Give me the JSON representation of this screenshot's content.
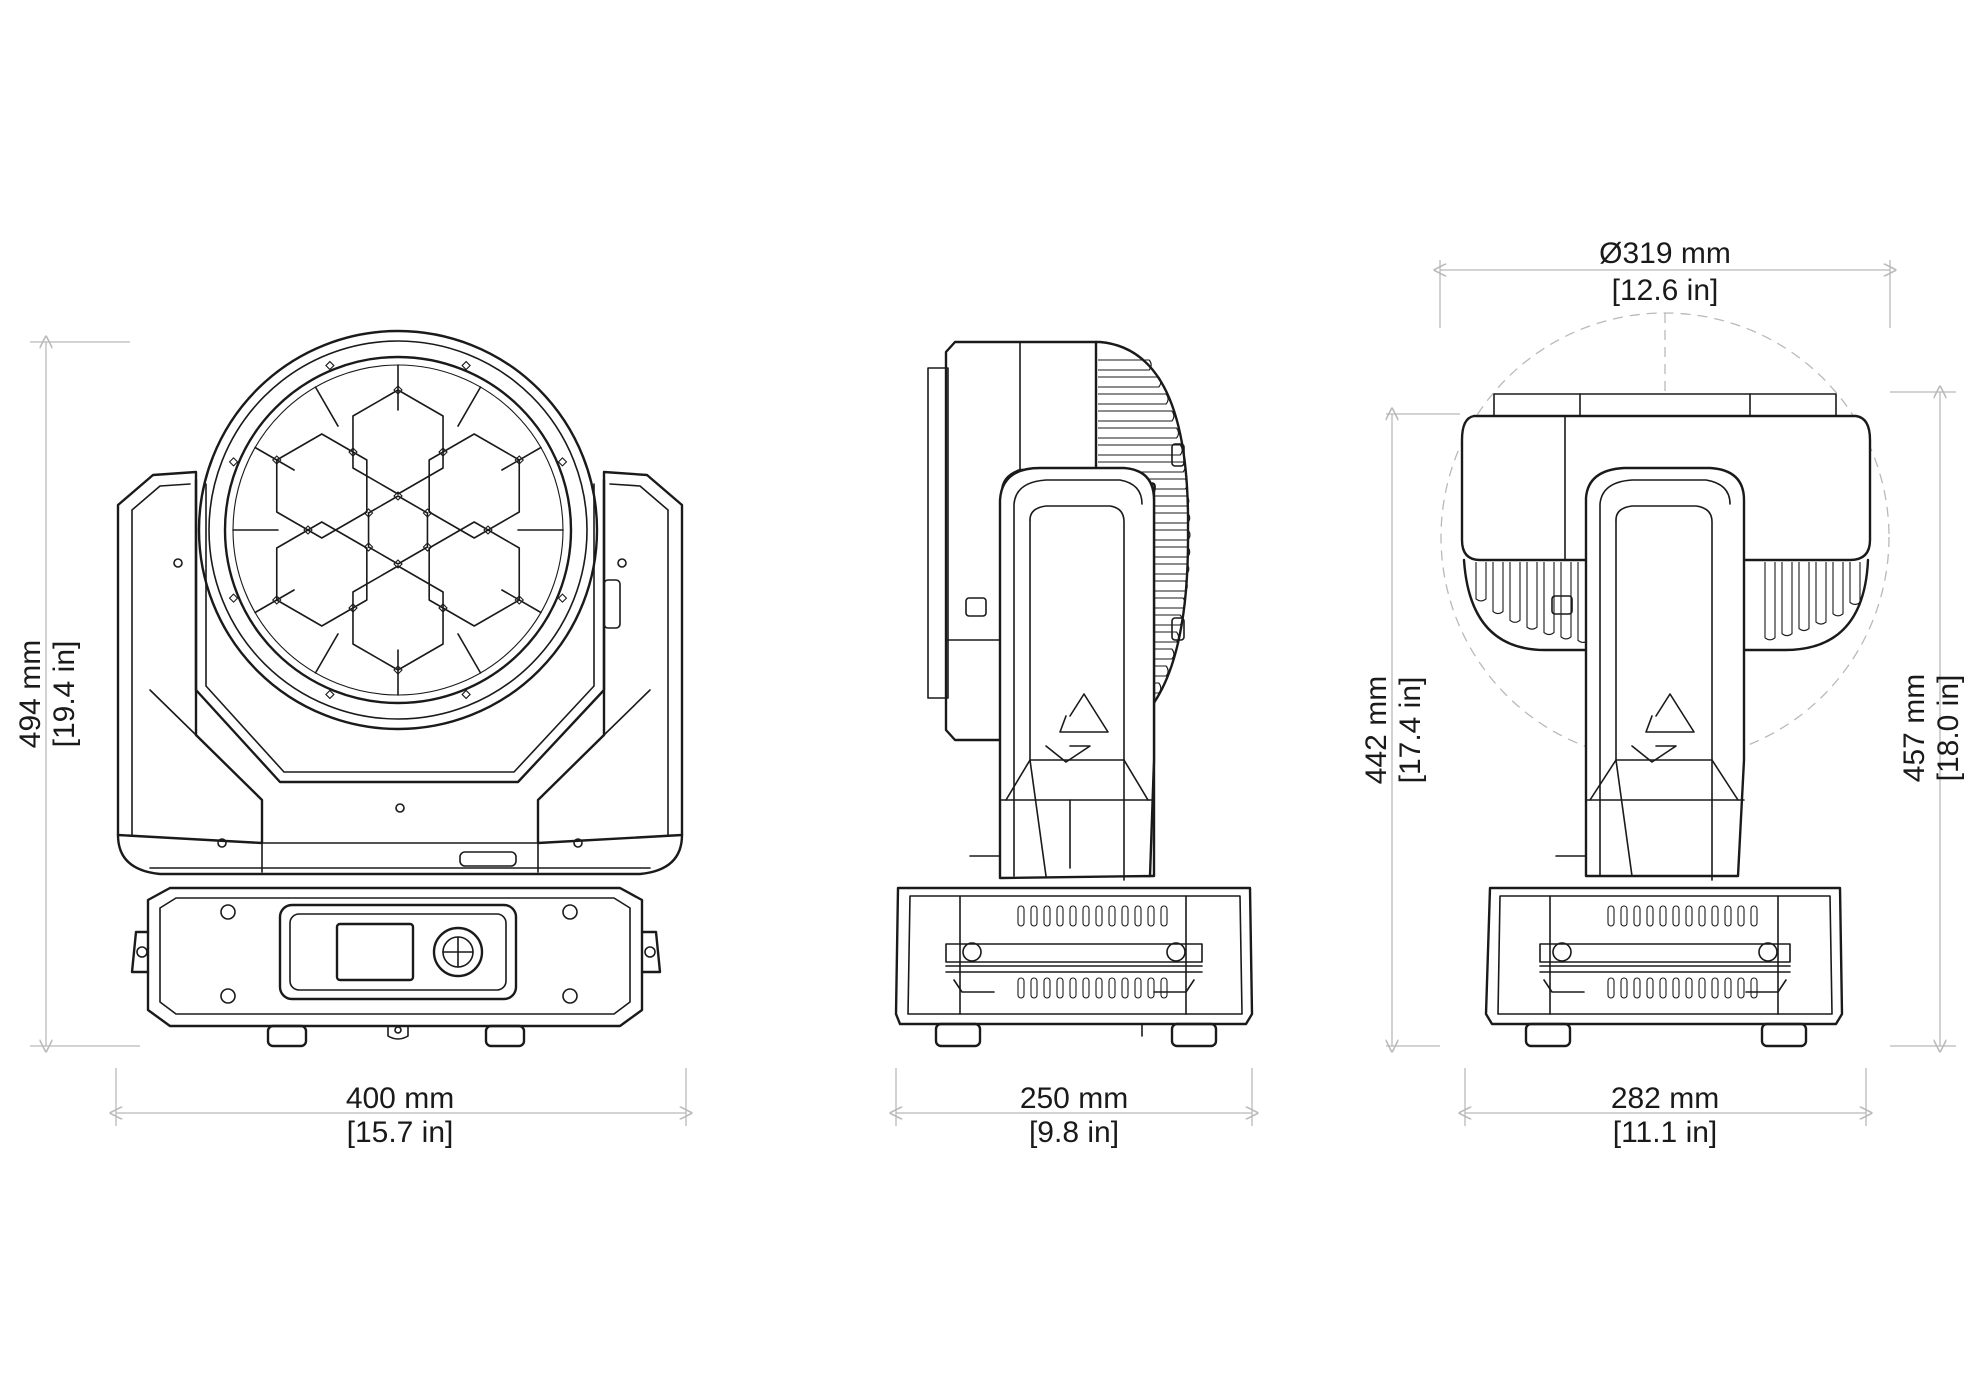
{
  "dimensions": {
    "front": {
      "width_mm": "400 mm",
      "width_in": "[15.7 in]",
      "height_mm": "494 mm",
      "height_in": "[19.4 in]"
    },
    "side": {
      "width_mm": "250 mm",
      "width_in": "[9.8 in]"
    },
    "rear": {
      "width_mm": "282 mm",
      "width_in": "[11.1 in]",
      "diameter_mm": "Ø319 mm",
      "diameter_in": "[12.6 in]",
      "height_left_mm": "442 mm",
      "height_left_in": "[17.4 in]",
      "height_right_mm": "457 mm",
      "height_right_in": "[18.0 in]"
    }
  },
  "colors": {
    "line": "#1a1a1a",
    "dimension_line": "#b9b9b9",
    "background": "#ffffff"
  }
}
